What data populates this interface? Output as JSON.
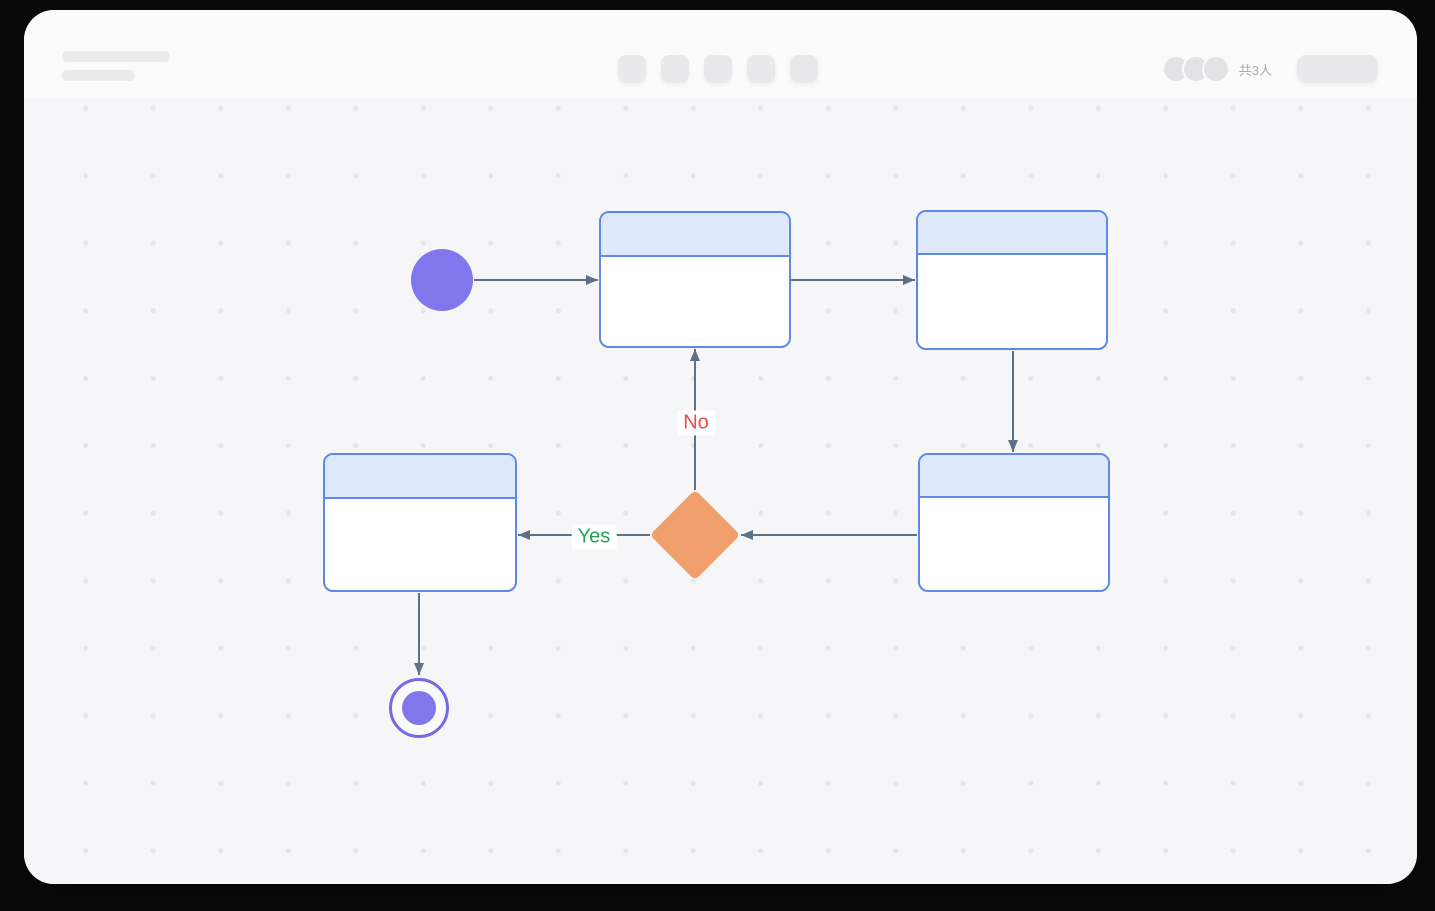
{
  "topbar": {
    "title_skeleton_lines": 2,
    "tool_button_count": 5,
    "collaborator_avatar_count": 3,
    "collaborator_label": "共3人",
    "share_button_label": ""
  },
  "diagram": {
    "type": "flowchart",
    "nodes": [
      {
        "id": "start",
        "type": "initial-node",
        "shape": "circle",
        "color": "#8077ec",
        "label": ""
      },
      {
        "id": "process-1",
        "type": "process-card",
        "shape": "rounded-rect",
        "header_fill": "#dde9fb",
        "border": "#5d8ae8",
        "label": ""
      },
      {
        "id": "process-2",
        "type": "process-card",
        "shape": "rounded-rect",
        "header_fill": "#dde9fb",
        "border": "#5d8ae8",
        "label": ""
      },
      {
        "id": "process-3",
        "type": "process-card",
        "shape": "rounded-rect",
        "header_fill": "#dde9fb",
        "border": "#5d8ae8",
        "label": ""
      },
      {
        "id": "process-4",
        "type": "process-card",
        "shape": "rounded-rect",
        "header_fill": "#dde9fb",
        "border": "#5d8ae8",
        "label": ""
      },
      {
        "id": "decision",
        "type": "decision-node",
        "shape": "diamond",
        "color": "#f09e6b",
        "label": ""
      },
      {
        "id": "end",
        "type": "final-node",
        "shape": "double-circle",
        "color": "#8077ec",
        "label": ""
      }
    ],
    "edges": [
      {
        "from": "start",
        "to": "process-1",
        "label": ""
      },
      {
        "from": "process-1",
        "to": "process-2",
        "label": ""
      },
      {
        "from": "process-2",
        "to": "process-4",
        "label": ""
      },
      {
        "from": "process-4",
        "to": "decision",
        "label": ""
      },
      {
        "from": "decision",
        "to": "process-1",
        "label": "No"
      },
      {
        "from": "decision",
        "to": "process-3",
        "label": "Yes"
      },
      {
        "from": "process-3",
        "to": "end",
        "label": ""
      }
    ],
    "edge_labels": {
      "no": "No",
      "yes": "Yes"
    }
  },
  "colors": {
    "node_border": "#5d8ae8",
    "node_header_fill": "#dde9fb",
    "node_body_fill": "#ffffff",
    "start_end_purple": "#8077ec",
    "decision_orange": "#f09e6b",
    "edge_stroke": "#5f7184",
    "label_no_color": "#e94b4e",
    "label_yes_color": "#28a157",
    "canvas_bg": "#f6f6f8",
    "dot_color": "#e5e5e9",
    "topbar_bg": "#fbfbfc"
  }
}
